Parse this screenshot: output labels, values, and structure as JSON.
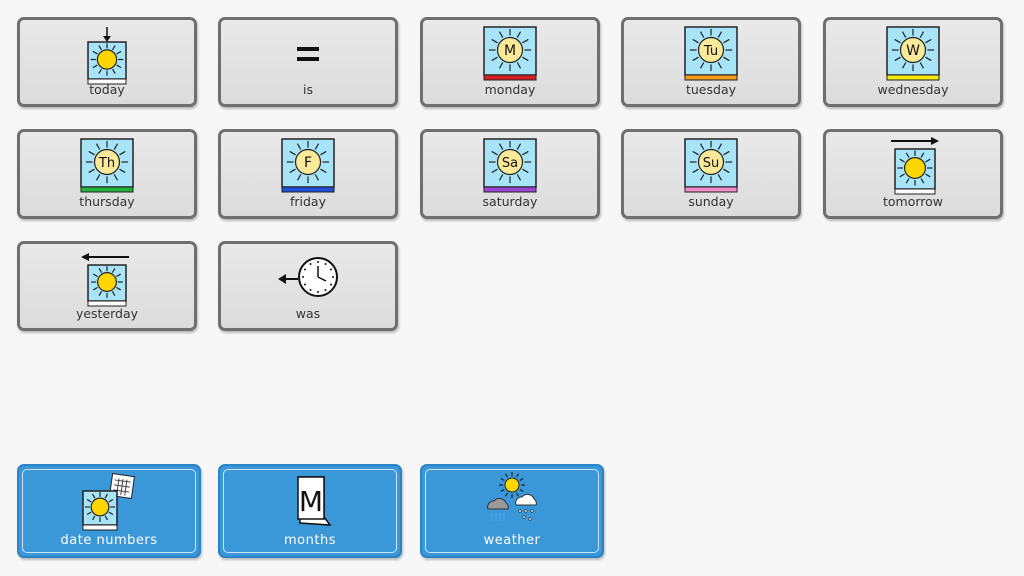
{
  "tiles": [
    {
      "label": "today",
      "icon": "today-icon"
    },
    {
      "label": "is",
      "icon": "equals-icon"
    },
    {
      "label": "monday",
      "icon": "day-icon",
      "letter": "M",
      "color": "#d42020"
    },
    {
      "label": "tuesday",
      "icon": "day-icon",
      "letter": "Tu",
      "color": "#f39a1a"
    },
    {
      "label": "wednesday",
      "icon": "day-icon",
      "letter": "W",
      "color": "#f5ea10"
    },
    {
      "label": "thursday",
      "icon": "day-icon",
      "letter": "Th",
      "color": "#22b33a"
    },
    {
      "label": "friday",
      "icon": "day-icon",
      "letter": "F",
      "color": "#1f4fd8"
    },
    {
      "label": "saturday",
      "icon": "day-icon",
      "letter": "Sa",
      "color": "#9b45d0"
    },
    {
      "label": "sunday",
      "icon": "day-icon",
      "letter": "Su",
      "color": "#f08cc8"
    },
    {
      "label": "tomorrow",
      "icon": "tomorrow-icon"
    },
    {
      "label": "yesterday",
      "icon": "yesterday-icon"
    },
    {
      "label": "was",
      "icon": "past-clock-icon"
    }
  ],
  "nav": [
    {
      "label": "date numbers",
      "icon": "date-numbers-icon"
    },
    {
      "label": "months",
      "icon": "months-icon",
      "letter": "M"
    },
    {
      "label": "weather",
      "icon": "weather-icon"
    }
  ]
}
